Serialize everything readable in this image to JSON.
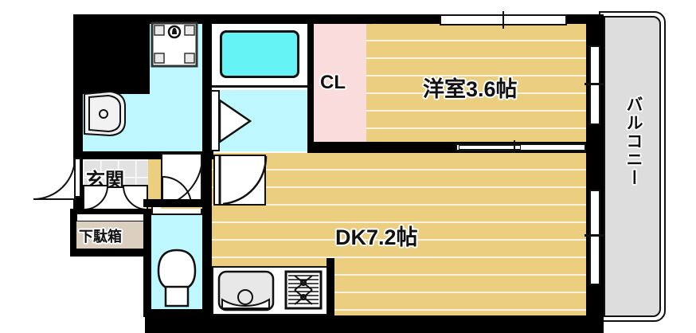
{
  "plan": {
    "type": "apartment-floor-plan",
    "layout_code": "1DK",
    "rooms": [
      {
        "key": "washitsu",
        "label": "洋室3.6帖",
        "name_en": "Western room",
        "size_jo": 3.6,
        "floor": "flooring",
        "color": "#EBCE80"
      },
      {
        "key": "dk",
        "label": "DK7.2帖",
        "name_en": "Dining Kitchen",
        "size_jo": 7.2,
        "floor": "flooring",
        "color": "#EBCE80"
      },
      {
        "key": "closet",
        "label": "CL",
        "name_en": "Closet",
        "color": "#FBDCDC"
      },
      {
        "key": "genkan",
        "label": "玄関",
        "name_en": "Entrance",
        "color": "#E2E2E2"
      },
      {
        "key": "getabako",
        "label": "下駄箱",
        "name_en": "Shoe cabinet",
        "color": "#DBCFC0"
      },
      {
        "key": "balcony",
        "label": "バルコニー",
        "name_en": "Balcony",
        "color": "#DDDDDD"
      }
    ],
    "fixtures": [
      {
        "key": "bathtub",
        "name": "bathtub-icon"
      },
      {
        "key": "washbasin",
        "name": "washbasin-icon"
      },
      {
        "key": "washer-pan",
        "name": "washing-machine-icon"
      },
      {
        "key": "toilet",
        "name": "toilet-icon"
      },
      {
        "key": "kitchen-sink",
        "name": "kitchen-sink-icon"
      },
      {
        "key": "gas-stove",
        "name": "gas-stove-icon"
      }
    ],
    "doors": [
      {
        "key": "entrance-door",
        "name": "entrance-swing-door",
        "type": "swing"
      },
      {
        "key": "genkan-door",
        "name": "genkan-inner-door",
        "type": "double-swing"
      },
      {
        "key": "toilet-door",
        "name": "toilet-swing-door",
        "type": "swing"
      },
      {
        "key": "bath-door",
        "name": "bathroom-swing-door",
        "type": "swing"
      },
      {
        "key": "closet-door",
        "name": "closet-folding-door",
        "type": "folding"
      },
      {
        "key": "bath-folding",
        "name": "bath-folding-door",
        "type": "folding"
      },
      {
        "key": "room-sliding",
        "name": "room-sliding-door",
        "type": "sliding"
      },
      {
        "key": "balcony-slide-1",
        "name": "balcony-sliding-door-bedroom",
        "type": "sliding"
      },
      {
        "key": "balcony-slide-2",
        "name": "balcony-sliding-door-dk",
        "type": "sliding"
      }
    ],
    "windows": [
      {
        "key": "bedroom-north-window",
        "name": "north-window"
      }
    ],
    "colors": {
      "wall": "#000000",
      "flooring": "#EBCE80",
      "water_area": "#BEF7FD",
      "bathtub": "#66F3F6",
      "closet": "#FBDCDC",
      "entrance_tile": "#E2E2E2",
      "shoe_cabinet": "#DBCFC0",
      "balcony": "#DDDDDD",
      "background": "#FFFFFF"
    }
  }
}
